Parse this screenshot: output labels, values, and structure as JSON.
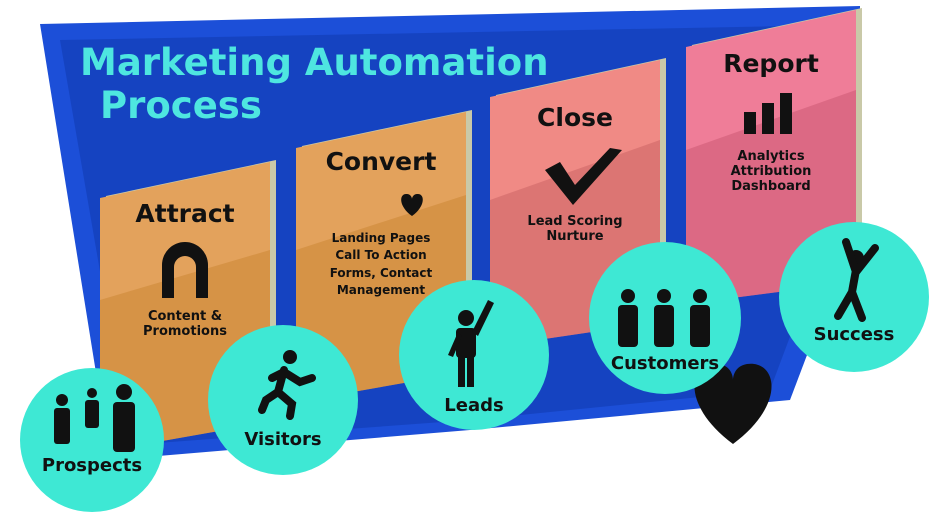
{
  "title": {
    "line1": "Marketing Automation",
    "line2": "Process"
  },
  "stages": [
    {
      "heading": "Attract",
      "icon": "magnet-icon",
      "lines": [
        "Content &",
        "Promotions"
      ],
      "color": "#e3a25c"
    },
    {
      "heading": "Convert",
      "icon": "hearts-icon",
      "lines": [
        "Landing Pages",
        "Call To Action",
        "Forms, Contact",
        "Management"
      ],
      "color": "#e3a25c"
    },
    {
      "heading": "Close",
      "icon": "checkmark-icon",
      "lines": [
        "Lead Scoring",
        "Nurture"
      ],
      "color": "#f08a85"
    },
    {
      "heading": "Report",
      "icon": "bar-chart-icon",
      "lines": [
        "Analytics",
        "Attribution",
        "Dashboard"
      ],
      "color": "#ef7d98"
    }
  ],
  "circles": [
    {
      "label": "Prospects",
      "icon": "group-icon"
    },
    {
      "label": "Visitors",
      "icon": "running-person-icon"
    },
    {
      "label": "Leads",
      "icon": "waving-person-icon"
    },
    {
      "label": "Customers",
      "icon": "three-people-icon"
    },
    {
      "label": "Success",
      "icon": "cheering-person-icon"
    }
  ],
  "colors": {
    "blue": "#1c4fd8",
    "dark_blue": "#0e35a6",
    "cyan": "#3ee8d4",
    "title": "#4ee6e0"
  }
}
